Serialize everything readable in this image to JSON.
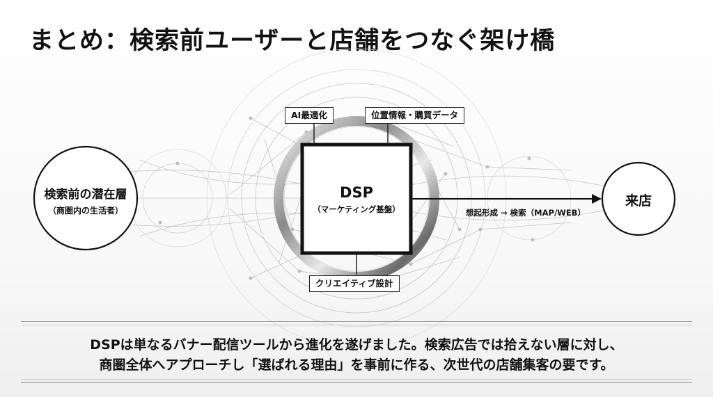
{
  "title": "まとめ：検索前ユーザーと店舗をつなぐ架け橋",
  "left_node": {
    "title": "検索前の潜在層",
    "subtitle": "（商圏内の生活者）"
  },
  "center_node": {
    "title": "DSP",
    "subtitle": "（マーケティング基盤）"
  },
  "right_node": {
    "title": "来店"
  },
  "tags": {
    "ai": "AI最適化",
    "location": "位置情報・購買データ",
    "creative": "クリエイティブ設計"
  },
  "arrow_label": "想起形成 → 検索（MAP/WEB）",
  "summary": {
    "line1": "DSPは単なるバナー配信ツールから進化を遂げました。検索広告では拾えない層に対し、",
    "line2": "商圏全体へアプローチし「選ばれる理由」を事前に作る、次世代の店舗集客の要です。"
  },
  "colors": {
    "ink": "#111111",
    "network": "#b8b8b8",
    "ring": "#8a8a8a"
  }
}
